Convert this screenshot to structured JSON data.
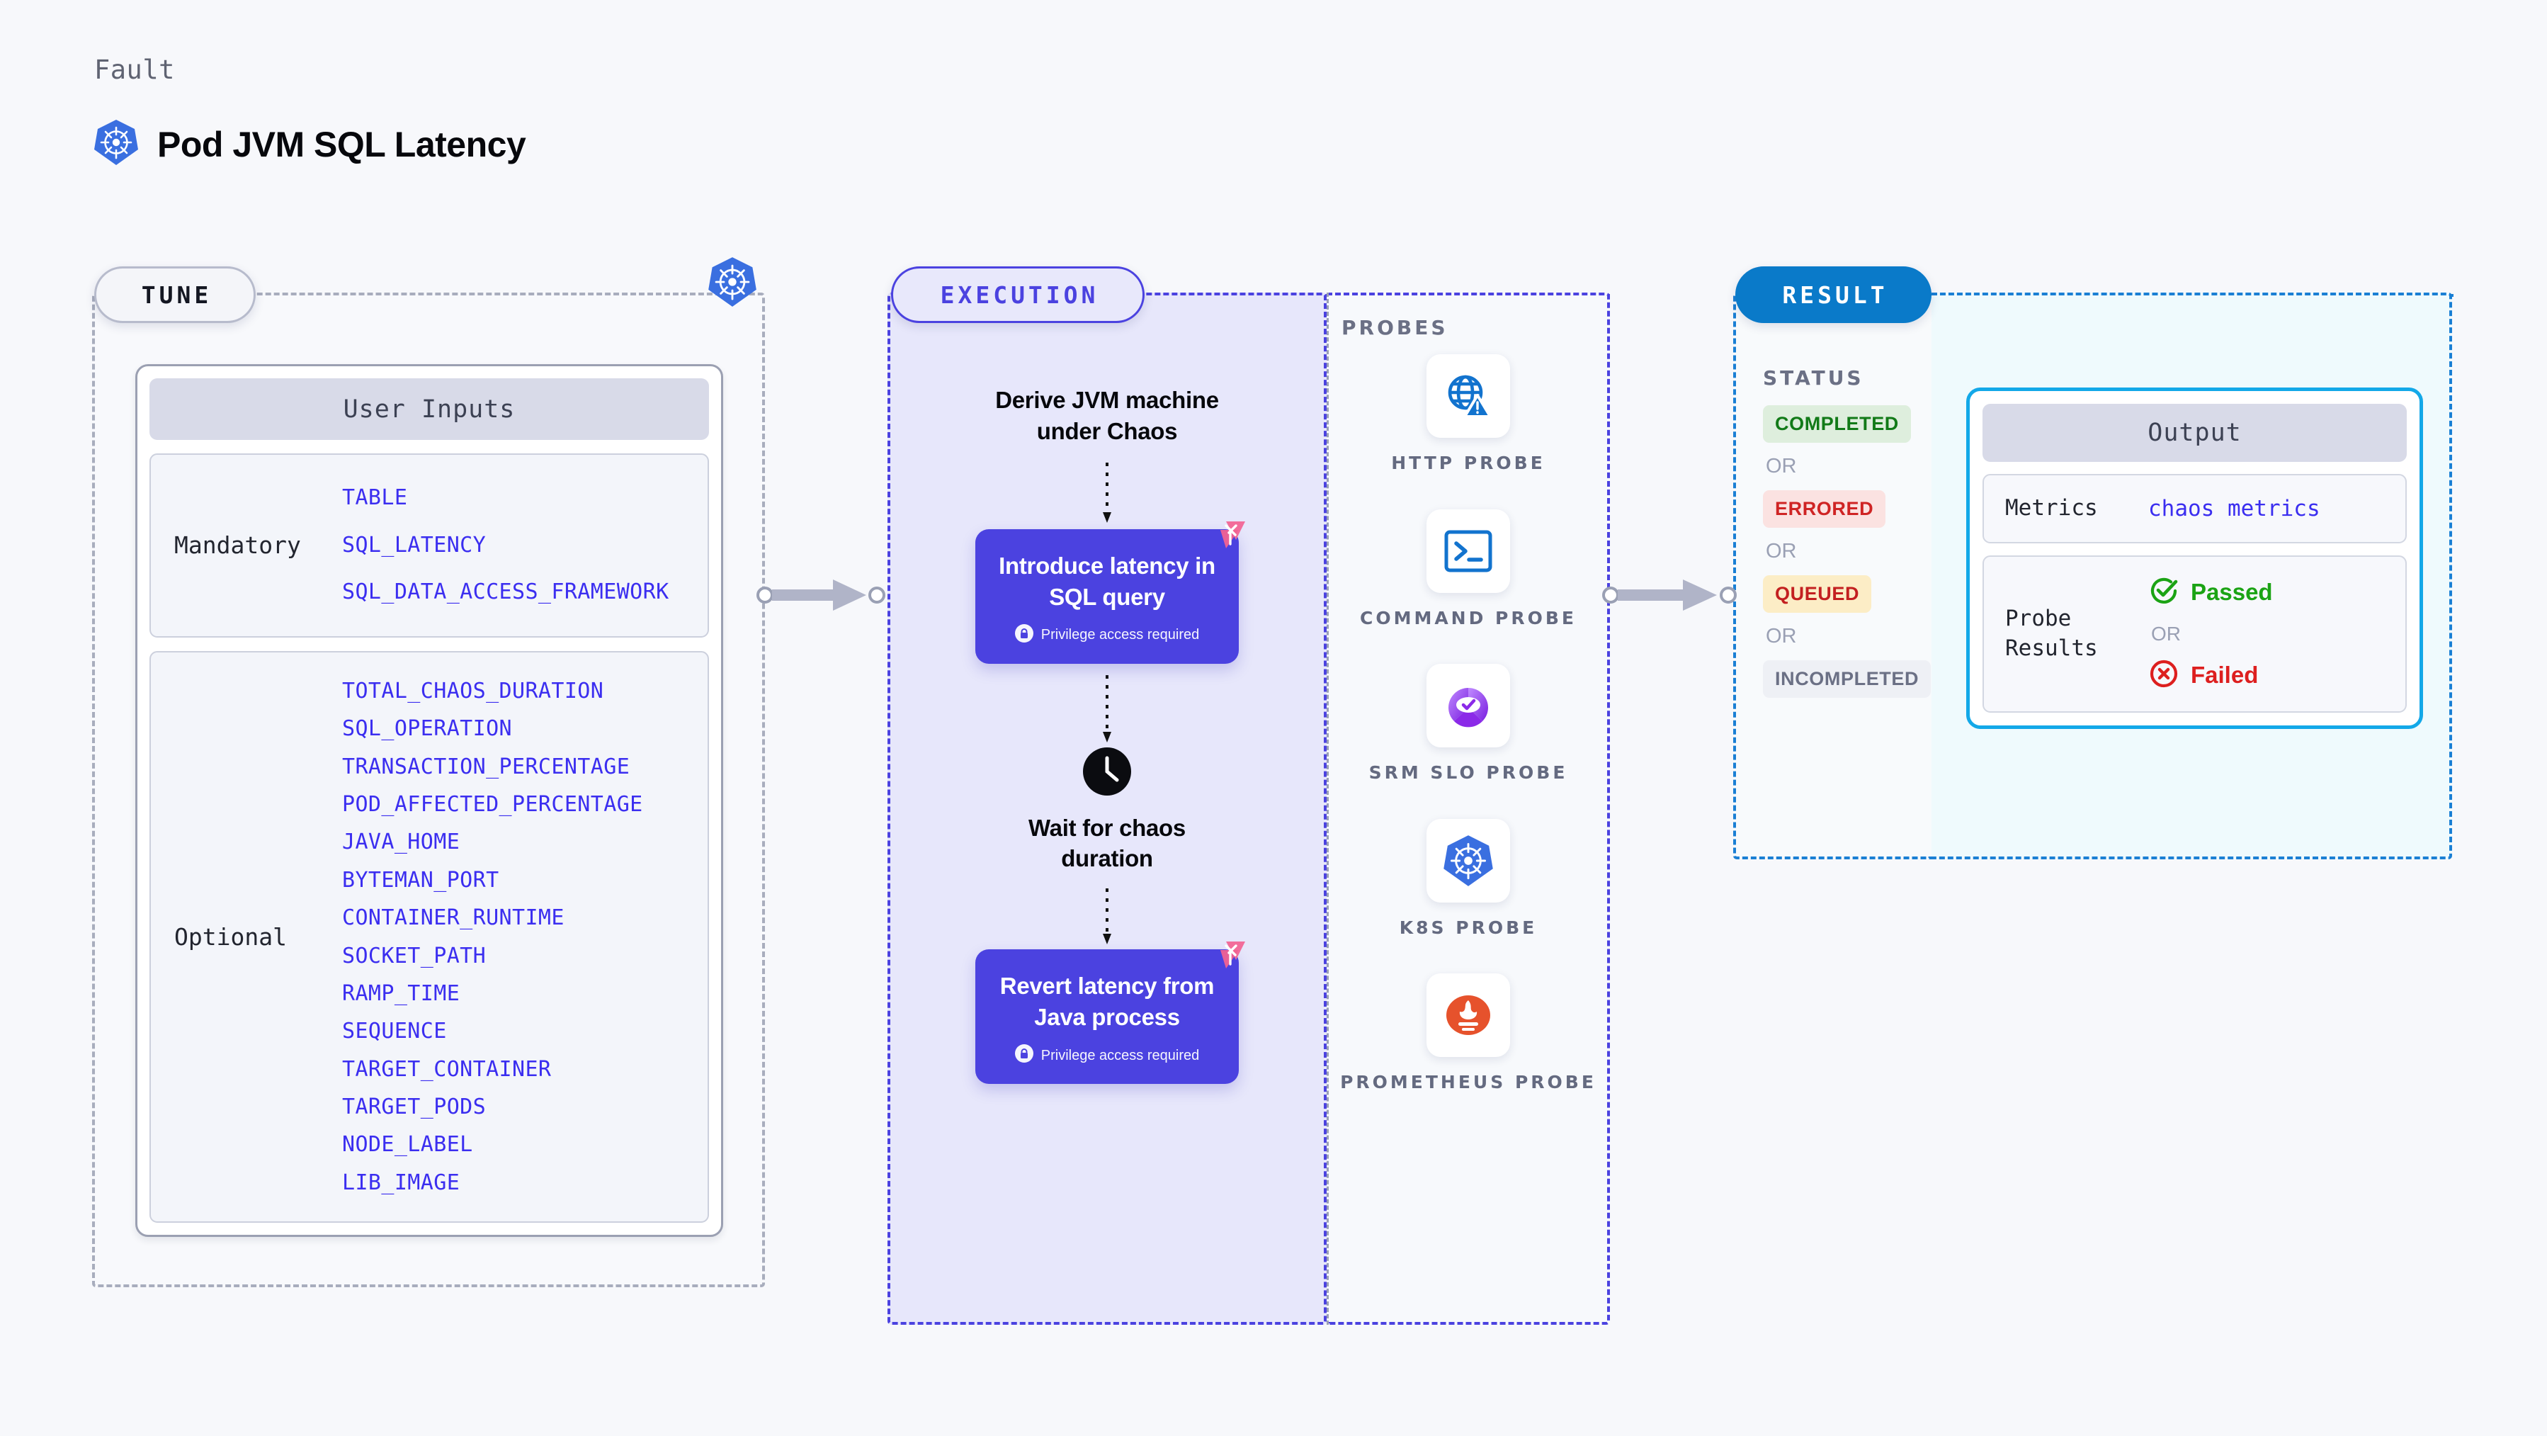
{
  "header": {
    "eyebrow": "Fault",
    "title": "Pod JVM SQL Latency",
    "icon": "kubernetes-icon"
  },
  "tune": {
    "tag": "TUNE",
    "card_title": "User Inputs",
    "groups": [
      {
        "label": "Mandatory",
        "params": [
          "TABLE",
          "SQL_LATENCY",
          "SQL_DATA_ACCESS_FRAMEWORK"
        ]
      },
      {
        "label": "Optional",
        "params": [
          "TOTAL_CHAOS_DURATION",
          "SQL_OPERATION",
          "TRANSACTION_PERCENTAGE",
          "POD_AFFECTED_PERCENTAGE",
          "JAVA_HOME",
          "BYTEMAN_PORT",
          "CONTAINER_RUNTIME",
          "SOCKET_PATH",
          "RAMP_TIME",
          "SEQUENCE",
          "TARGET_CONTAINER",
          "TARGET_PODS",
          "NODE_LABEL",
          "LIB_IMAGE"
        ]
      }
    ]
  },
  "execution": {
    "tag": "EXECUTION",
    "steps": [
      {
        "type": "text",
        "label": "Derive JVM machine under Chaos"
      },
      {
        "type": "card",
        "label": "Introduce latency in SQL query",
        "note": "Privilege access required",
        "note_icon": "lock-icon",
        "badge_icon": "harness-logo-icon"
      },
      {
        "type": "wait",
        "label": "Wait for chaos duration",
        "icon": "clock-icon"
      },
      {
        "type": "card",
        "label": "Revert latency from Java process",
        "note": "Privilege access required",
        "note_icon": "lock-icon",
        "badge_icon": "harness-logo-icon"
      }
    ]
  },
  "probes": {
    "caption": "PROBES",
    "items": [
      {
        "label": "HTTP PROBE",
        "icon": "globe-warning-icon"
      },
      {
        "label": "COMMAND PROBE",
        "icon": "terminal-icon"
      },
      {
        "label": "SRM SLO PROBE",
        "icon": "srm-slo-icon"
      },
      {
        "label": "K8S PROBE",
        "icon": "kubernetes-icon"
      },
      {
        "label": "PROMETHEUS PROBE",
        "icon": "prometheus-icon"
      }
    ]
  },
  "result": {
    "tag": "RESULT",
    "status_caption": "STATUS",
    "or_label": "OR",
    "statuses": [
      {
        "label": "COMPLETED",
        "color": "#127a18",
        "bg": "#deeedd"
      },
      {
        "label": "ERRORED",
        "color": "#cf2424",
        "bg": "#fbe2e1"
      },
      {
        "label": "QUEUED",
        "color": "#c32020",
        "bg": "#fcedc6"
      },
      {
        "label": "INCOMPLETED",
        "color": "#6b7085",
        "bg": "#eef0f5"
      }
    ]
  },
  "output": {
    "title": "Output",
    "rows": [
      {
        "key": "Metrics",
        "value": "chaos metrics"
      },
      {
        "key": "Probe Results",
        "pass": "Passed",
        "or_label": "OR",
        "fail": "Failed"
      }
    ]
  },
  "colors": {
    "accent_purple": "#4b42e0",
    "accent_blue": "#0a7ac9",
    "param_blue": "#3b2ef0",
    "pass_green": "#1ba314",
    "fail_red": "#dd1f1f",
    "harness_pink": "#f26d9b",
    "page_bg": "#f7f8fb"
  }
}
